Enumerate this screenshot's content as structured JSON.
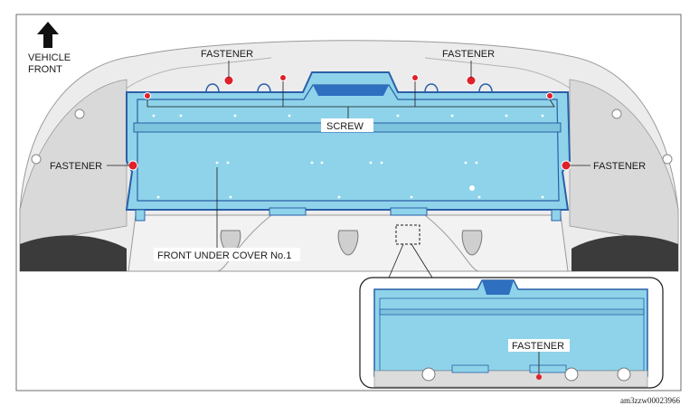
{
  "orientation": {
    "line1": "VEHICLE",
    "line2": "FRONT",
    "icon": "arrow-up-icon"
  },
  "labels": {
    "fastener_top_left": "FASTENER",
    "fastener_top_right": "FASTENER",
    "fastener_left": "FASTENER",
    "fastener_right": "FASTENER",
    "screw": "SCREW",
    "cover_name": "FRONT UNDER COVER No.1",
    "detail_fastener": "FASTENER"
  },
  "figure_code": "am3zzw00023966",
  "colors": {
    "cover_fill": "#8fd3ea",
    "cover_edge": "#2a5fa8",
    "marker": "#e0202a"
  }
}
